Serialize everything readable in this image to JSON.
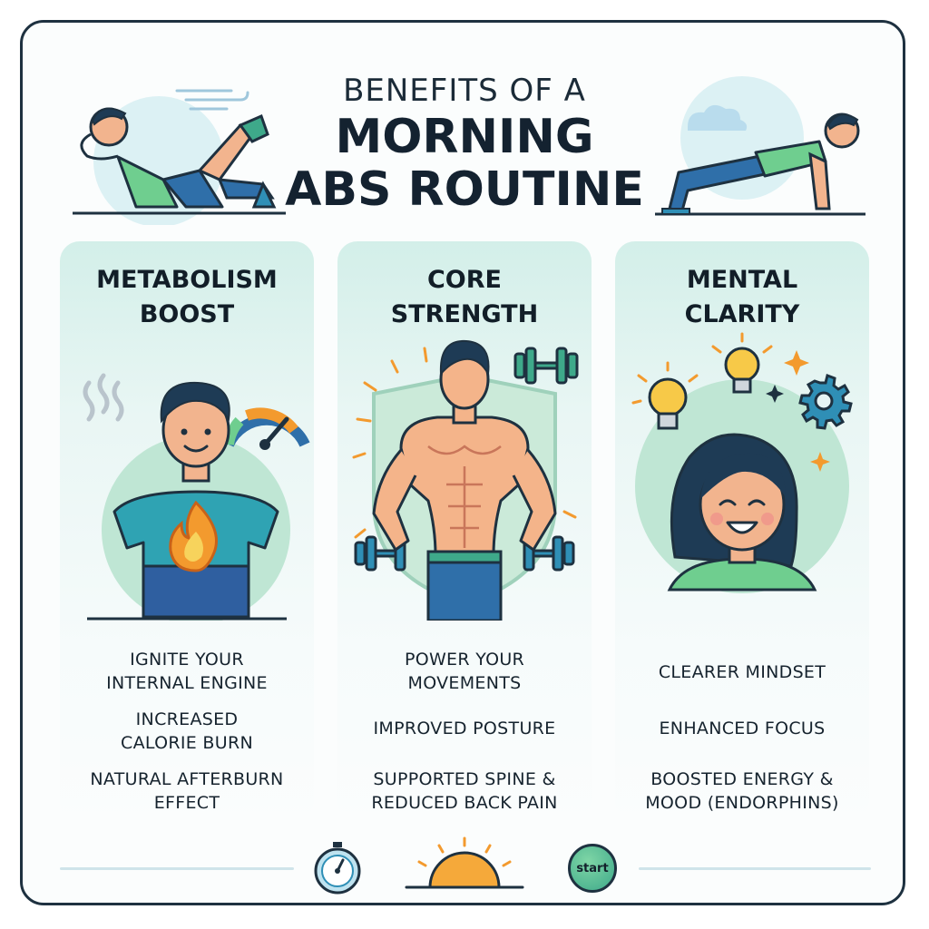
{
  "header": {
    "title_line1": "BENEFITS OF A",
    "title_line2": "MORNING",
    "title_line3": "ABS ROUTINE"
  },
  "panels": [
    {
      "title": "METABOLISM\nBOOST",
      "benefits": [
        "IGNITE YOUR\nINTERNAL ENGINE",
        "INCREASED\nCALORIE BURN",
        "NATURAL AFTERBURN\nEFFECT"
      ],
      "icons": [
        "heat-waves-icon",
        "speedometer-icon",
        "flame-icon"
      ]
    },
    {
      "title": "CORE\nSTRENGTH",
      "benefits": [
        "POWER YOUR\nMOVEMENTS",
        "IMPROVED POSTURE",
        "SUPPORTED SPINE &\nREDUCED BACK PAIN"
      ],
      "icons": [
        "shield-icon",
        "dumbbell-icon"
      ]
    },
    {
      "title": "MENTAL\nCLARITY",
      "benefits": [
        "CLEARER MINDSET",
        "ENHANCED FOCUS",
        "BOOSTED ENERGY &\nMOOD (ENDORPHINS)"
      ],
      "icons": [
        "lightbulb-icon",
        "gear-icon",
        "sparkle-icon"
      ]
    }
  ],
  "footer": {
    "start_label": "start",
    "icons": [
      "stopwatch-icon",
      "sunrise-icon"
    ]
  },
  "colors": {
    "outline": "#1e3140",
    "teal": "#3ea98a",
    "green": "#6fce8f",
    "blue": "#2f7fb6",
    "orange": "#f39a2e",
    "panel_bg": "#e3f4f1"
  }
}
